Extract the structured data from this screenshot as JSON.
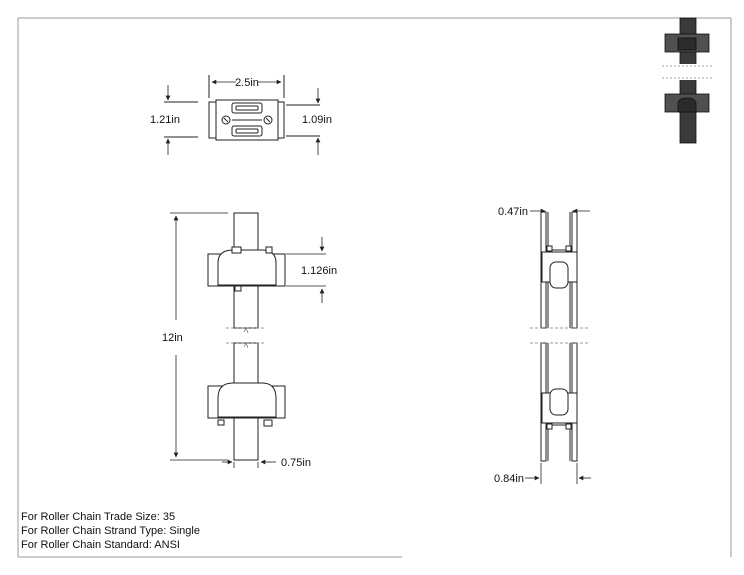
{
  "dimensions": {
    "top_width": "2.5in",
    "top_left_height": "1.21in",
    "top_right_height": "1.09in",
    "front_attachment_height": "1.126in",
    "front_total_length": "12in",
    "front_bar_width": "0.75in",
    "side_inner_width": "0.47in",
    "side_outer_width": "0.84in"
  },
  "notes": {
    "trade_size": "For Roller Chain Trade Size: 35",
    "strand_type": "For Roller Chain Strand Type: Single",
    "standard": "For Roller Chain Standard: ANSI"
  },
  "colors": {
    "line": "#222222",
    "part_fill": "#ffffff",
    "preview_fill": "#3a3a3a"
  }
}
